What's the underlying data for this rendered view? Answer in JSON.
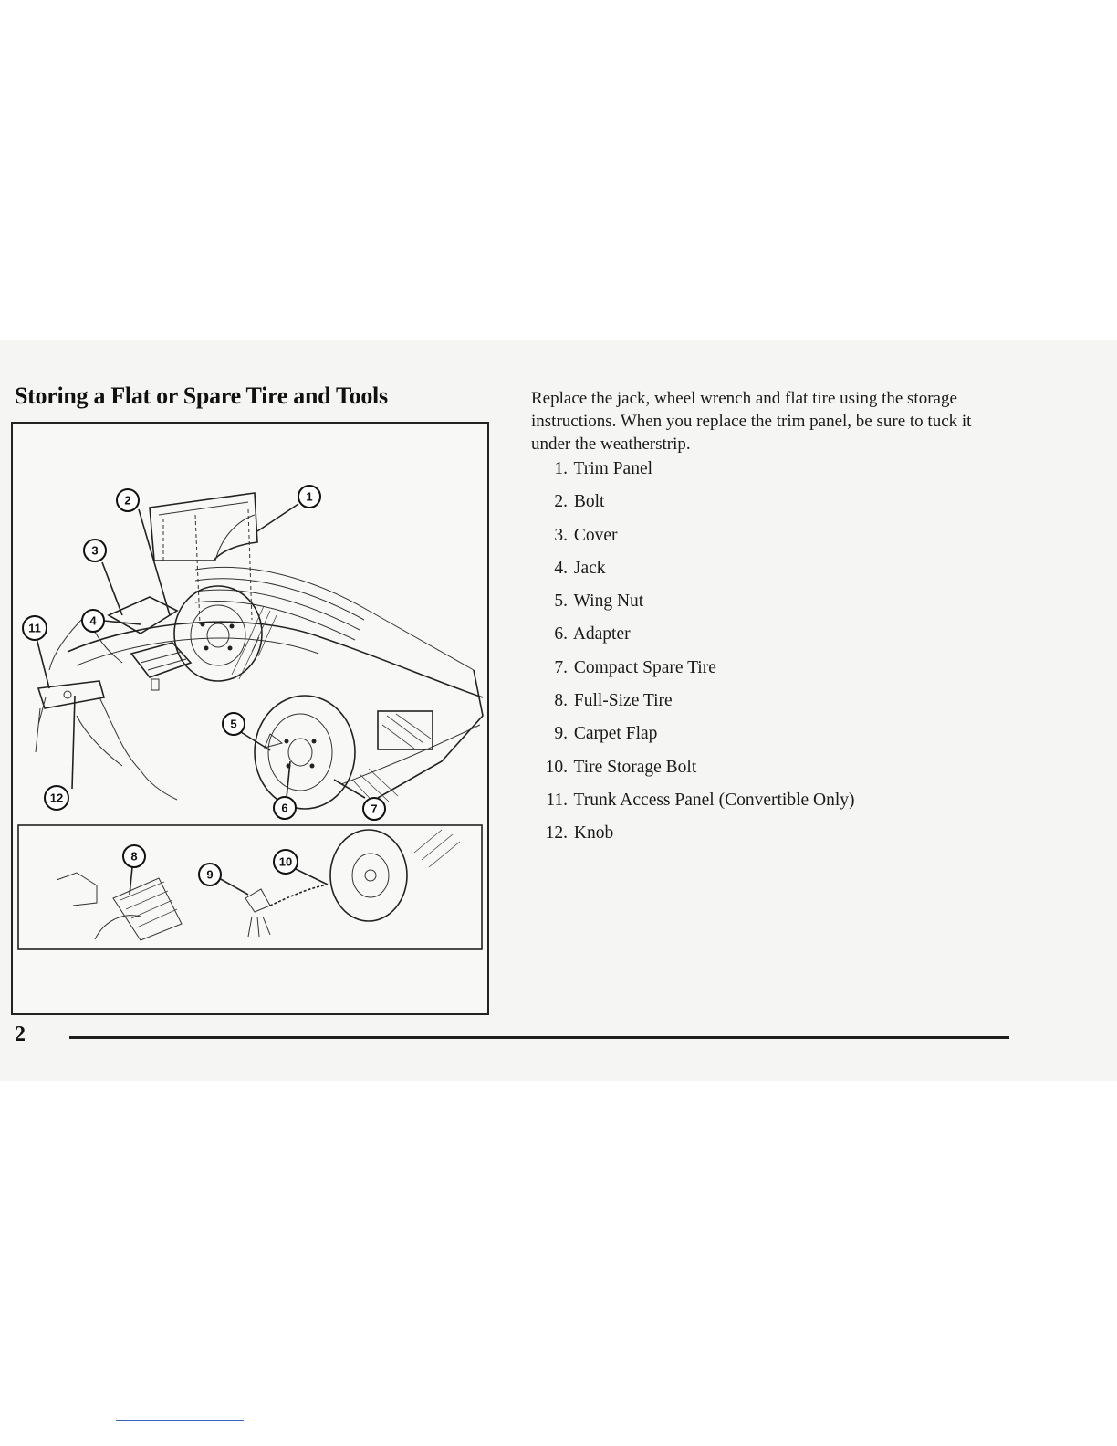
{
  "page": {
    "heading": "Storing a Flat or Spare Tire and Tools",
    "intro": "Replace the jack, wheel wrench and flat tire using the storage instructions. When you replace the trim panel, be sure to tuck it under the weatherstrip.",
    "page_number": "2"
  },
  "parts": [
    {
      "num": "1.",
      "label": "Trim Panel"
    },
    {
      "num": "2.",
      "label": "Bolt"
    },
    {
      "num": "3.",
      "label": "Cover"
    },
    {
      "num": "4.",
      "label": "Jack"
    },
    {
      "num": "5.",
      "label": "Wing Nut"
    },
    {
      "num": "6.",
      "label": "Adapter"
    },
    {
      "num": "7.",
      "label": "Compact Spare Tire"
    },
    {
      "num": "8.",
      "label": "Full-Size Tire"
    },
    {
      "num": "9.",
      "label": "Carpet Flap"
    },
    {
      "num": "10.",
      "label": "Tire Storage Bolt"
    },
    {
      "num": "11.",
      "label": "Trunk Access Panel (Convertible Only)"
    },
    {
      "num": "12.",
      "label": "Knob"
    }
  ],
  "figure": {
    "callouts": [
      "1",
      "2",
      "3",
      "4",
      "5",
      "6",
      "7",
      "8",
      "9",
      "10",
      "11",
      "12"
    ]
  }
}
